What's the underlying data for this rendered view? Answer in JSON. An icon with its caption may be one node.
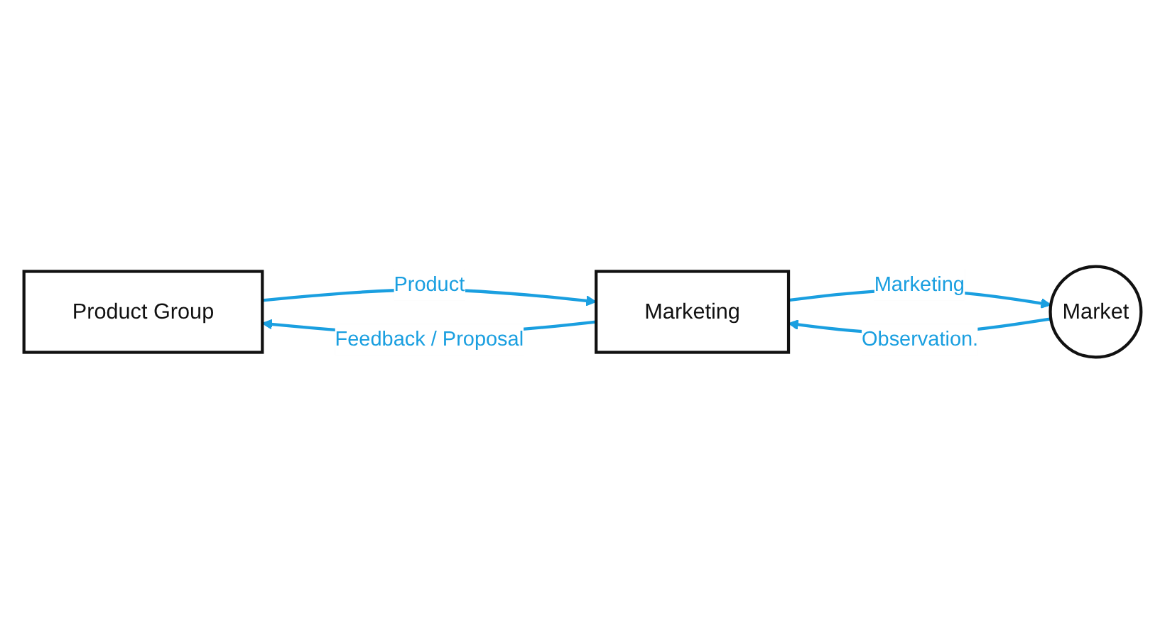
{
  "diagram": {
    "nodes": [
      {
        "text": [
          "Product Group"
        ]
      },
      {
        "text": [
          "Marketing"
        ]
      },
      {
        "text": [
          "Market"
        ]
      }
    ],
    "edges": [
      {
        "from": 0,
        "to": 1,
        "arrow": "to",
        "label": "Product"
      },
      {
        "from": 1,
        "to": 2,
        "arrow": "to",
        "label": "Marketing"
      },
      {
        "from": 2,
        "to": 1,
        "arrow": "to",
        "label": "Observation."
      },
      {
        "from": 1,
        "to": 0,
        "arrow": "to",
        "label": "Feedback / Proposal"
      }
    ]
  }
}
